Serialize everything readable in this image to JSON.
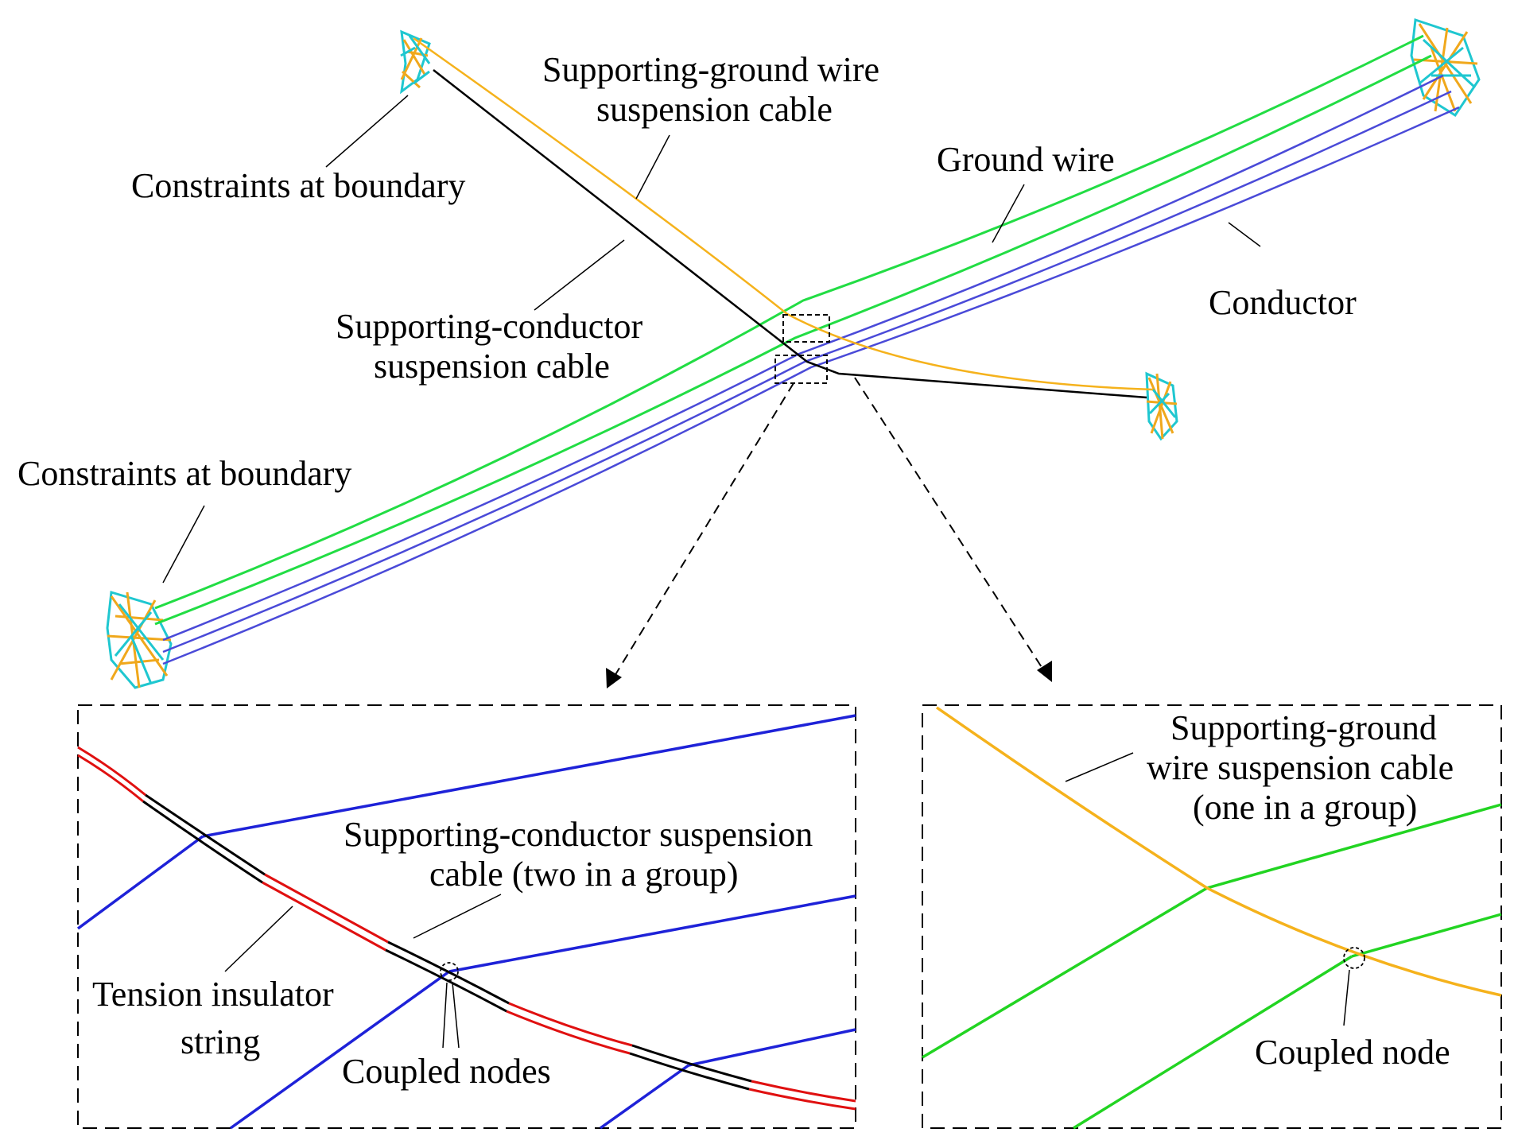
{
  "colors": {
    "ground_wire": "#22dd44",
    "conductor": "#4a4ad8",
    "conductor_detail": "#1e22d8",
    "ground_detail": "#22d422",
    "supporting_ground_cable": "#f5b21c",
    "supporting_conductor_cable": "#000000",
    "insulator_red": "#e01010",
    "tower_cyan": "#1fc7d0",
    "tower_orange": "#f0a81c",
    "leader": "#000000"
  },
  "labels": {
    "constraints_top": "Constraints at boundary",
    "supporting_ground_line1": "Supporting-ground wire",
    "supporting_ground_line2": "suspension cable",
    "ground_wire": "Ground wire",
    "conductor": "Conductor",
    "supporting_conductor_line1": "Supporting-conductor",
    "supporting_conductor_line2": "suspension cable",
    "constraints_left": "Constraints at boundary",
    "detail_left": {
      "cable_line1": "Supporting-conductor suspension",
      "cable_line2": "cable (two in a group)",
      "insulator_line1": "Tension insulator",
      "insulator_line2": "string",
      "coupled": "Coupled nodes"
    },
    "detail_right": {
      "cable_line1": "Supporting-ground",
      "cable_line2": "wire suspension cable",
      "cable_line3": "(one in a group)",
      "coupled": "Coupled node"
    }
  }
}
